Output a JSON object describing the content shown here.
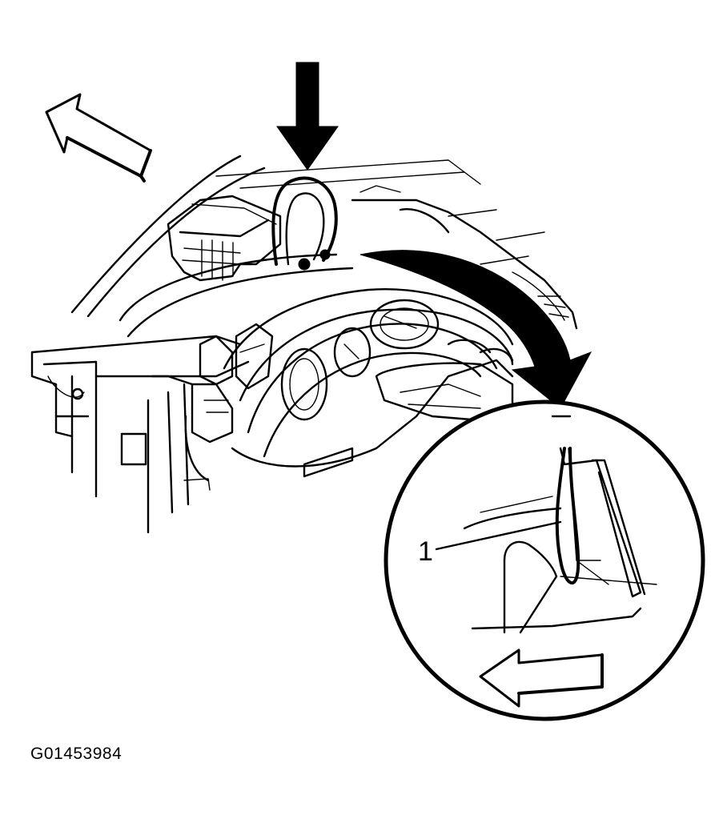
{
  "figure": {
    "code": "G01453984",
    "callouts": [
      {
        "id": "callout-1",
        "label": "1"
      }
    ]
  },
  "icons": {
    "down_arrow": "solid-down-arrow-icon",
    "curved_arrow": "curved-rotation-arrow-icon",
    "outline_arrow_upper": "outline-arrow-up-left-icon",
    "outline_arrow_lower": "outline-arrow-left-icon",
    "detail_view": "magnified-detail-circle"
  },
  "colors": {
    "ink": "#000000",
    "paper": "#ffffff"
  }
}
